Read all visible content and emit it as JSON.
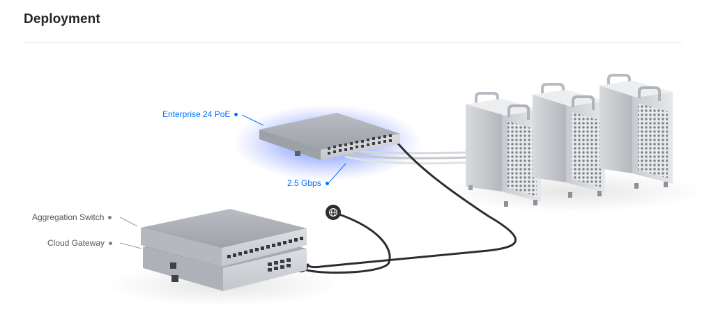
{
  "section": {
    "title": "Deployment"
  },
  "callouts": {
    "enterprise_switch": "Enterprise 24 PoE",
    "link_speed": "2.5 Gbps",
    "aggregation_switch": "Aggregation Switch",
    "cloud_gateway": "Cloud Gateway"
  },
  "icons": {
    "internet": "globe-icon"
  },
  "colors": {
    "accent": "#006fff",
    "glow": "#3d6bff",
    "device_body": "#c9ccd1",
    "cable": "#2b2d31"
  }
}
